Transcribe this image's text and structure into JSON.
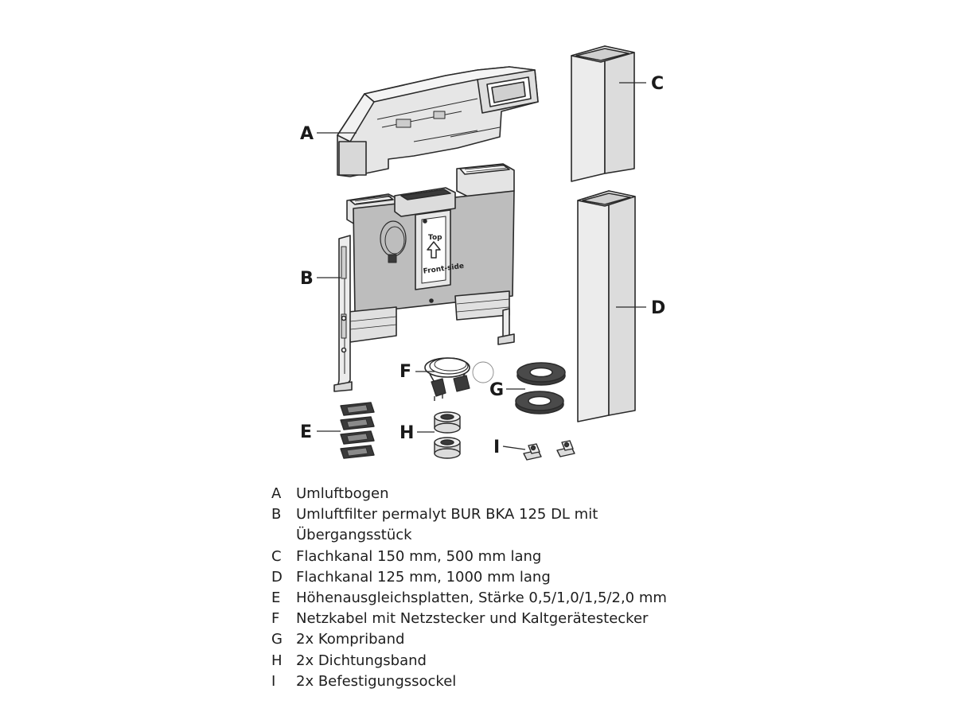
{
  "callouts": {
    "A": "A",
    "B": "B",
    "C": "C",
    "D": "D",
    "E": "E",
    "F": "F",
    "G": "G",
    "H": "H",
    "I": "I"
  },
  "panel_labels": {
    "top": "Top",
    "front_side": "Front-side"
  },
  "legend": [
    {
      "key": "A",
      "text": "Umluftbogen"
    },
    {
      "key": "B",
      "text": "Umluftfilter permalyt BUR BKA 125 DL mit Übergangsstück"
    },
    {
      "key": "C",
      "text": "Flachkanal 150 mm, 500 mm lang"
    },
    {
      "key": "D",
      "text": "Flachkanal 125 mm, 1000 mm lang"
    },
    {
      "key": "E",
      "text": "Höhenausgleichsplatten, Stärke 0,5/1,0/1,5/2,0 mm"
    },
    {
      "key": "F",
      "text": "Netzkabel mit Netzstecker und Kaltgerätestecker"
    },
    {
      "key": "G",
      "text": "2x Kompriband"
    },
    {
      "key": "H",
      "text": "2x Dichtungsband"
    },
    {
      "key": "I",
      "text": "2x Befestigungssockel"
    }
  ],
  "colors": {
    "stroke": "#2a2a2a",
    "fill_light": "#ececec",
    "fill_mid": "#d6d6d6",
    "fill_panel": "#bdbdbd",
    "fill_dark": "#3a3a3a"
  }
}
